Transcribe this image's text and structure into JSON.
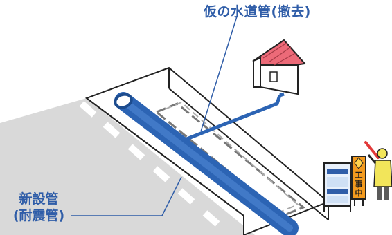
{
  "labels": {
    "temporary_pipe": "仮の水道管(撤去)",
    "new_pipe_line1": "新設管",
    "new_pipe_line2": "(耐震管)"
  },
  "signboard": {
    "vertical_text": [
      "工",
      "事",
      "中"
    ]
  },
  "colors": {
    "label_blue": "#2f5da8",
    "pipe_blue": "#2c64b4",
    "house_roof": "#ec6a78",
    "sign_orange": "#f39a1e",
    "road_gray": "#d9d9d9"
  }
}
